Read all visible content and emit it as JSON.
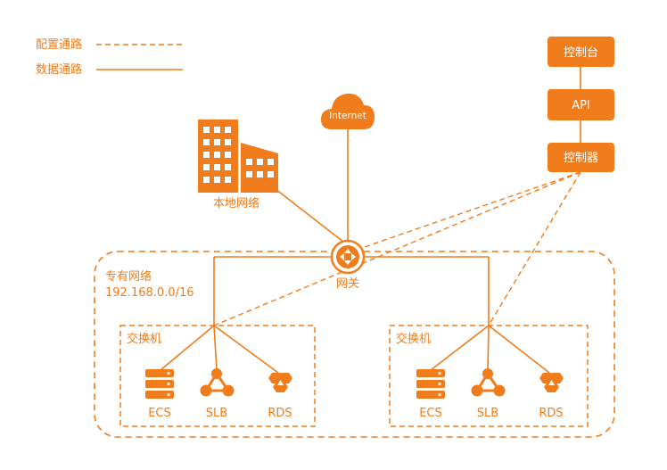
{
  "legend": {
    "config_path": "配置通路",
    "data_path": "数据通路"
  },
  "control": {
    "console": "控制台",
    "api": "API",
    "controller": "控制器"
  },
  "internet": "Internet",
  "local_network": "本地网络",
  "gateway": "网关",
  "vpc": {
    "title": "专有网络",
    "cidr": "192.168.0.0/16"
  },
  "switches": [
    {
      "label": "交换机",
      "services": [
        "ECS",
        "SLB",
        "RDS"
      ]
    },
    {
      "label": "交换机",
      "services": [
        "ECS",
        "SLB",
        "RDS"
      ]
    }
  ],
  "colors": {
    "accent": "#f07c1b",
    "box_fill": "#f07c1b",
    "background": "#ffffff"
  },
  "icons": {
    "cloud": "cloud-icon",
    "building": "building-icon",
    "gateway": "gateway-icon",
    "ecs": "server-icon",
    "slb": "load-balancer-icon",
    "rds": "database-icon"
  }
}
